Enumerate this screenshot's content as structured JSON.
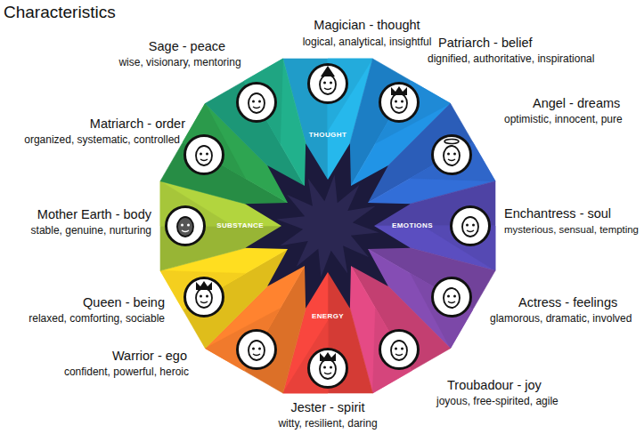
{
  "diagram": {
    "title": "Characteristics",
    "nodes": [
      {
        "text": [
          "Magician - thought",
          "logical, analytical, insightful"
        ]
      },
      {
        "text": [
          "Patriarch - belief",
          "dignified, authoritative, inspirational"
        ]
      },
      {
        "text": [
          "Angel - dreams",
          "optimistic, innocent, pure"
        ]
      },
      {
        "text": [
          "Enchantress - soul",
          "mysterious, sensual, tempting"
        ]
      },
      {
        "text": [
          "Actress - feelings",
          "glamorous, dramatic, involved"
        ]
      },
      {
        "text": [
          "Troubadour - joy",
          "joyous, free-spirited, agile"
        ]
      },
      {
        "text": [
          "Jester - spirit",
          "witty, resilient, daring"
        ]
      },
      {
        "text": [
          "Warrior - ego",
          "confident, powerful, heroic"
        ]
      },
      {
        "text": [
          "Queen - being",
          "relaxed, comforting, sociable"
        ]
      },
      {
        "text": [
          "Mother Earth - body",
          "stable, genuine, nurturing"
        ]
      },
      {
        "text": [
          "Matriarch - order",
          "organized, systematic, controlled"
        ]
      },
      {
        "text": [
          "Sage - peace",
          "wise, visionary, mentoring"
        ]
      }
    ],
    "labels": [
      "THOUGHT",
      "EMOTIONS",
      "ENERGY",
      "SUBSTANCE"
    ]
  }
}
